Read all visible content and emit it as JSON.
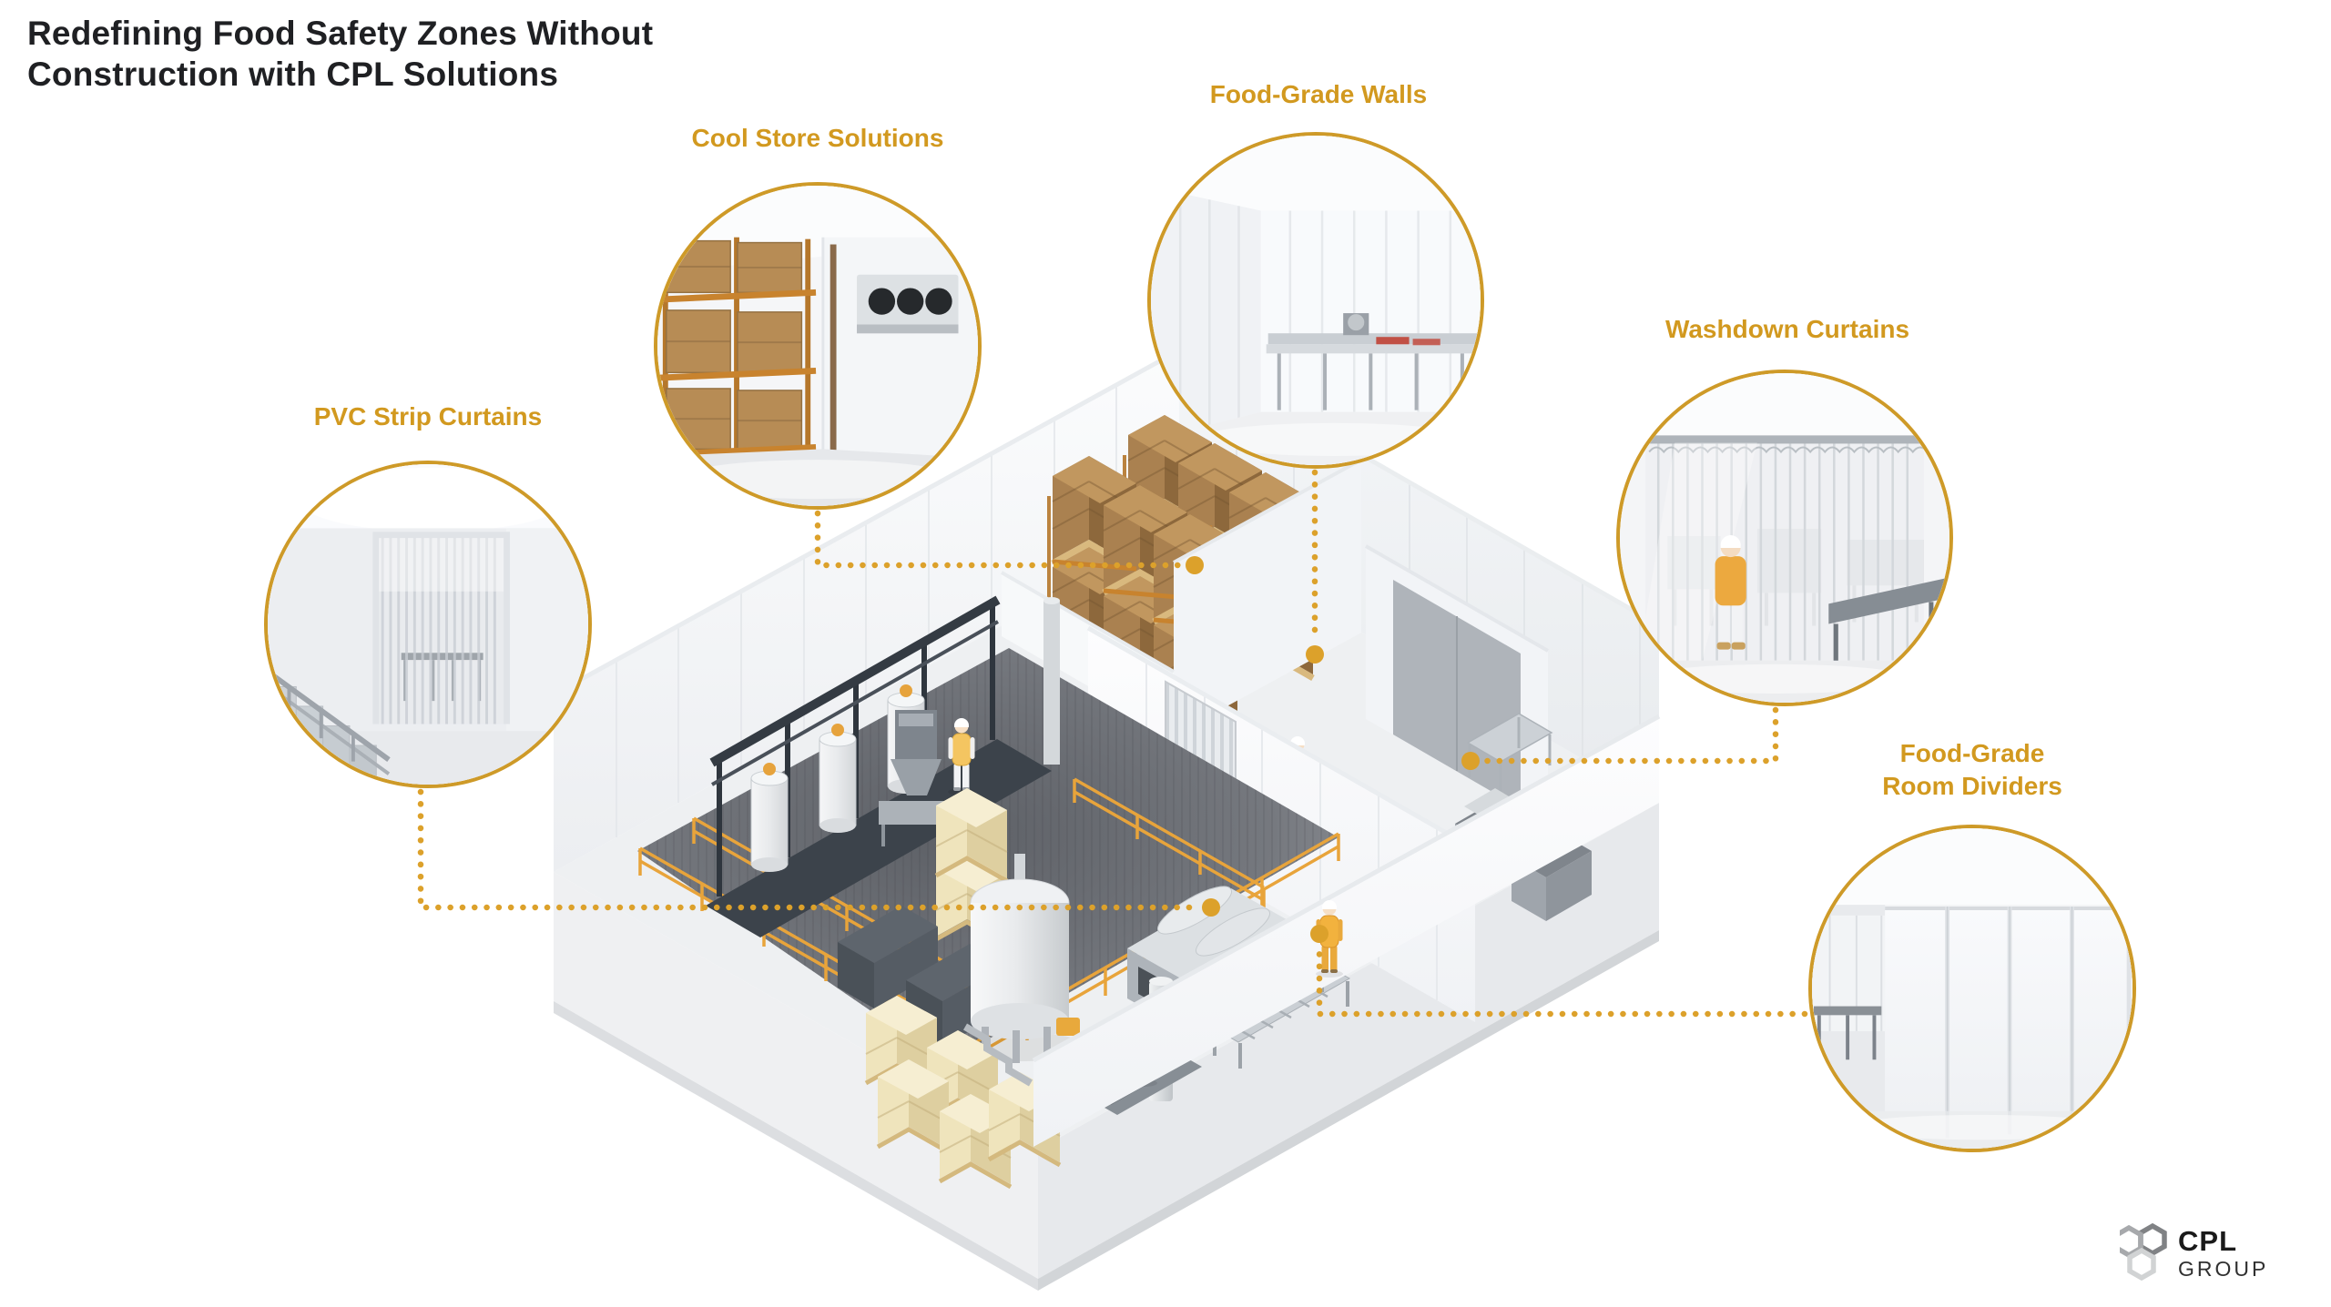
{
  "title": {
    "line1": "Redefining Food Safety Zones Without",
    "line2": "Construction with CPL Solutions"
  },
  "callouts": [
    {
      "id": "pvc-strip-curtains",
      "label": "PVC Strip Curtains"
    },
    {
      "id": "cool-store-solutions",
      "label": "Cool Store Solutions"
    },
    {
      "id": "food-grade-walls",
      "label": "Food-Grade Walls"
    },
    {
      "id": "washdown-curtains",
      "label": "Washdown Curtains"
    },
    {
      "id": "food-grade-room-dividers",
      "label_line1": "Food-Grade",
      "label_line2": "Room Dividers"
    }
  ],
  "logo": {
    "brand": "CPL",
    "suffix": "GROUP"
  },
  "colors": {
    "accent_label": "#D2991F",
    "accent_line": "#DCA12B",
    "circle_border": "#CE9A28",
    "title_text": "#1F2023"
  }
}
